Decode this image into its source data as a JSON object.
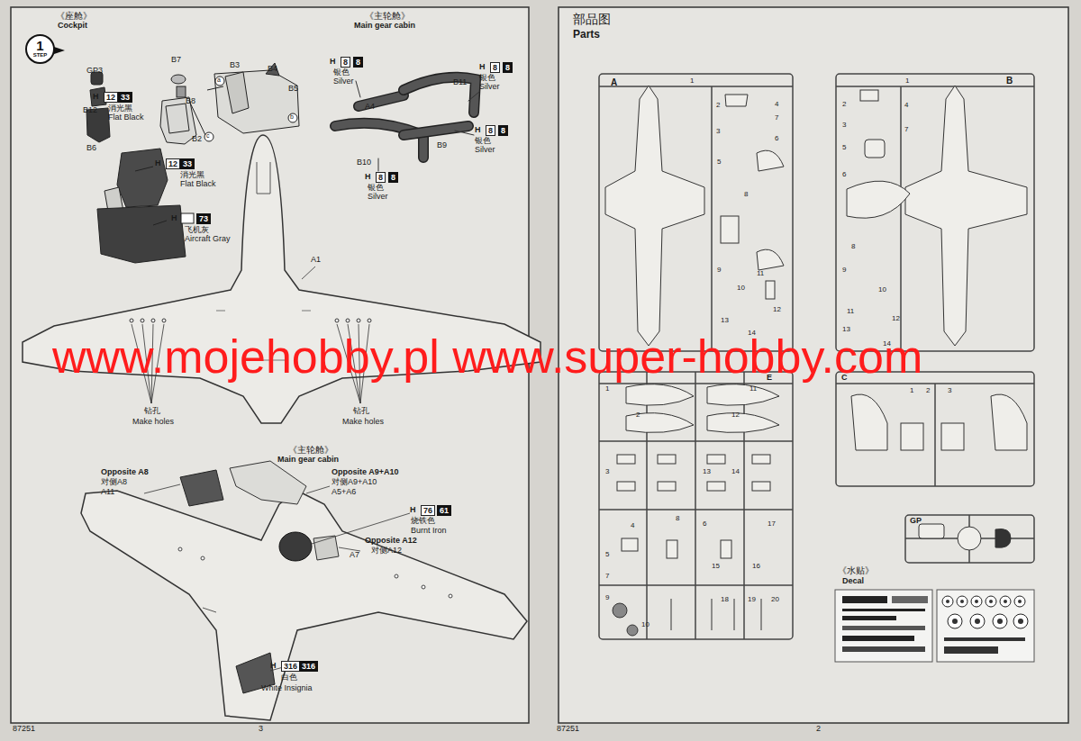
{
  "diagram": {
    "nodes": [
      {
        "text": [
          "1",
          "STEP"
        ]
      }
    ],
    "labels": [
      "《座舱》",
      "Cockpit",
      "GP3",
      "H",
      "12",
      "33",
      "消光黑",
      "Flat Black",
      "B12",
      "B6",
      "B7",
      "B8",
      "B2",
      "B3",
      "B4",
      "B5",
      "a",
      "c",
      "b",
      "H",
      "12",
      "33",
      "消光黑",
      "Flat Black",
      "H",
      "73",
      "飞机灰",
      "Aircraft Gray",
      "A1",
      "钻孔",
      "Make holes",
      "钻孔",
      "Make holes",
      "《主轮舱》",
      "Main gear cabin",
      "H",
      "8",
      "8",
      "银色",
      "Silver",
      "A4",
      "B11",
      "H",
      "8",
      "8",
      "银色",
      "Silver",
      "H",
      "8",
      "8",
      "银色",
      "Silver",
      "B9",
      "B10",
      "H",
      "8",
      "8",
      "银色",
      "Silver",
      "《主轮舱》",
      "Main gear cabin",
      "Opposite A8",
      "对侧A8",
      "A11",
      "Opposite A9+A10",
      "对侧A9+A10",
      "A5+A6",
      "H",
      "76",
      "61",
      "烧铁色",
      "Burnt Iron",
      "Opposite A12",
      "对侧A12",
      "A7",
      "H",
      "316",
      "316",
      "白色",
      "White Insignia",
      "87251",
      "3",
      "部品图",
      "Parts",
      "A",
      "B",
      "E",
      "C",
      "GP",
      "《水贴》",
      "Decal",
      "87251",
      "2",
      "www.mojehobby.pl www.super-hobby.com",
      "1",
      "2",
      "3",
      "4",
      "5",
      "6",
      "7",
      "8",
      "9",
      "10",
      "11",
      "12",
      "13",
      "14",
      "1",
      "2",
      "3",
      "4",
      "5",
      "6",
      "7",
      "8",
      "9",
      "10",
      "11",
      "12",
      "13",
      "14",
      "1",
      "2",
      "3",
      "4",
      "5",
      "6",
      "7",
      "8",
      "9",
      "10",
      "11",
      "12",
      "13",
      "14",
      "15",
      "16",
      "17",
      "18",
      "19",
      "20",
      "1",
      "2",
      "3"
    ]
  }
}
